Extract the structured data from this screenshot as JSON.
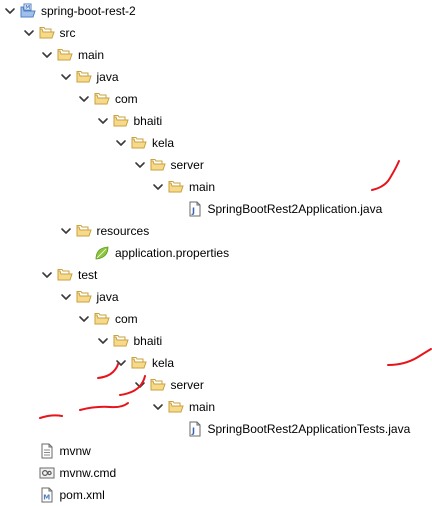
{
  "colors": {
    "chevron": "#3a3a3a",
    "folder_fill": "#f6d98a",
    "folder_stroke": "#c9a23f",
    "project_blue": "#4f7fc2",
    "file_stroke": "#6a6a6a",
    "java_blue": "#3b63b5",
    "leaf_green": "#8cc63f",
    "annotation_red": "#e8141b"
  },
  "tree": [
    {
      "label": "spring-boot-rest-2",
      "depth": 0,
      "expanded": true,
      "icon": "project-icon",
      "name": "project-spring-boot-rest-2"
    },
    {
      "label": "src",
      "depth": 1,
      "expanded": true,
      "icon": "folder-open-icon",
      "name": "folder-src"
    },
    {
      "label": "main",
      "depth": 2,
      "expanded": true,
      "icon": "folder-open-icon",
      "name": "folder-main"
    },
    {
      "label": "java",
      "depth": 3,
      "expanded": true,
      "icon": "folder-open-icon",
      "name": "folder-java"
    },
    {
      "label": "com",
      "depth": 4,
      "expanded": true,
      "icon": "folder-open-icon",
      "name": "folder-com"
    },
    {
      "label": "bhaiti",
      "depth": 5,
      "expanded": true,
      "icon": "folder-open-icon",
      "name": "folder-bhaiti"
    },
    {
      "label": "kela",
      "depth": 6,
      "expanded": true,
      "icon": "folder-open-icon",
      "name": "folder-kela"
    },
    {
      "label": "server",
      "depth": 7,
      "expanded": true,
      "icon": "folder-open-icon",
      "name": "folder-server"
    },
    {
      "label": "main",
      "depth": 8,
      "expanded": true,
      "icon": "folder-open-icon",
      "name": "folder-main-package"
    },
    {
      "label": "SpringBootRest2Application.java",
      "depth": 9,
      "expanded": null,
      "icon": "java-file-icon",
      "name": "file-springbootrest2application-java"
    },
    {
      "label": "resources",
      "depth": 3,
      "expanded": true,
      "icon": "folder-open-icon",
      "name": "folder-resources"
    },
    {
      "label": "application.properties",
      "depth": 4,
      "expanded": null,
      "icon": "spring-leaf-icon",
      "name": "file-application-properties"
    },
    {
      "label": "test",
      "depth": 2,
      "expanded": true,
      "icon": "folder-open-icon",
      "name": "folder-test"
    },
    {
      "label": "java",
      "depth": 3,
      "expanded": true,
      "icon": "folder-open-icon",
      "name": "folder-test-java"
    },
    {
      "label": "com",
      "depth": 4,
      "expanded": true,
      "icon": "folder-open-icon",
      "name": "folder-test-com"
    },
    {
      "label": "bhaiti",
      "depth": 5,
      "expanded": true,
      "icon": "folder-open-icon",
      "name": "folder-test-bhaiti"
    },
    {
      "label": "kela",
      "depth": 6,
      "expanded": true,
      "icon": "folder-open-icon",
      "name": "folder-test-kela"
    },
    {
      "label": "server",
      "depth": 7,
      "expanded": true,
      "icon": "folder-open-icon",
      "name": "folder-test-server"
    },
    {
      "label": "main",
      "depth": 8,
      "expanded": true,
      "icon": "folder-open-icon",
      "name": "folder-test-main"
    },
    {
      "label": "SpringBootRest2ApplicationTests.java",
      "depth": 9,
      "expanded": null,
      "icon": "java-file-icon",
      "name": "file-springbootrest2applicationtests-java"
    },
    {
      "label": "mvnw",
      "depth": 1,
      "expanded": null,
      "icon": "text-file-icon",
      "name": "file-mvnw"
    },
    {
      "label": "mvnw.cmd",
      "depth": 1,
      "expanded": null,
      "icon": "cmd-file-icon",
      "name": "file-mvnw-cmd"
    },
    {
      "label": "pom.xml",
      "depth": 1,
      "expanded": null,
      "icon": "maven-file-icon",
      "name": "file-pom-xml"
    }
  ]
}
